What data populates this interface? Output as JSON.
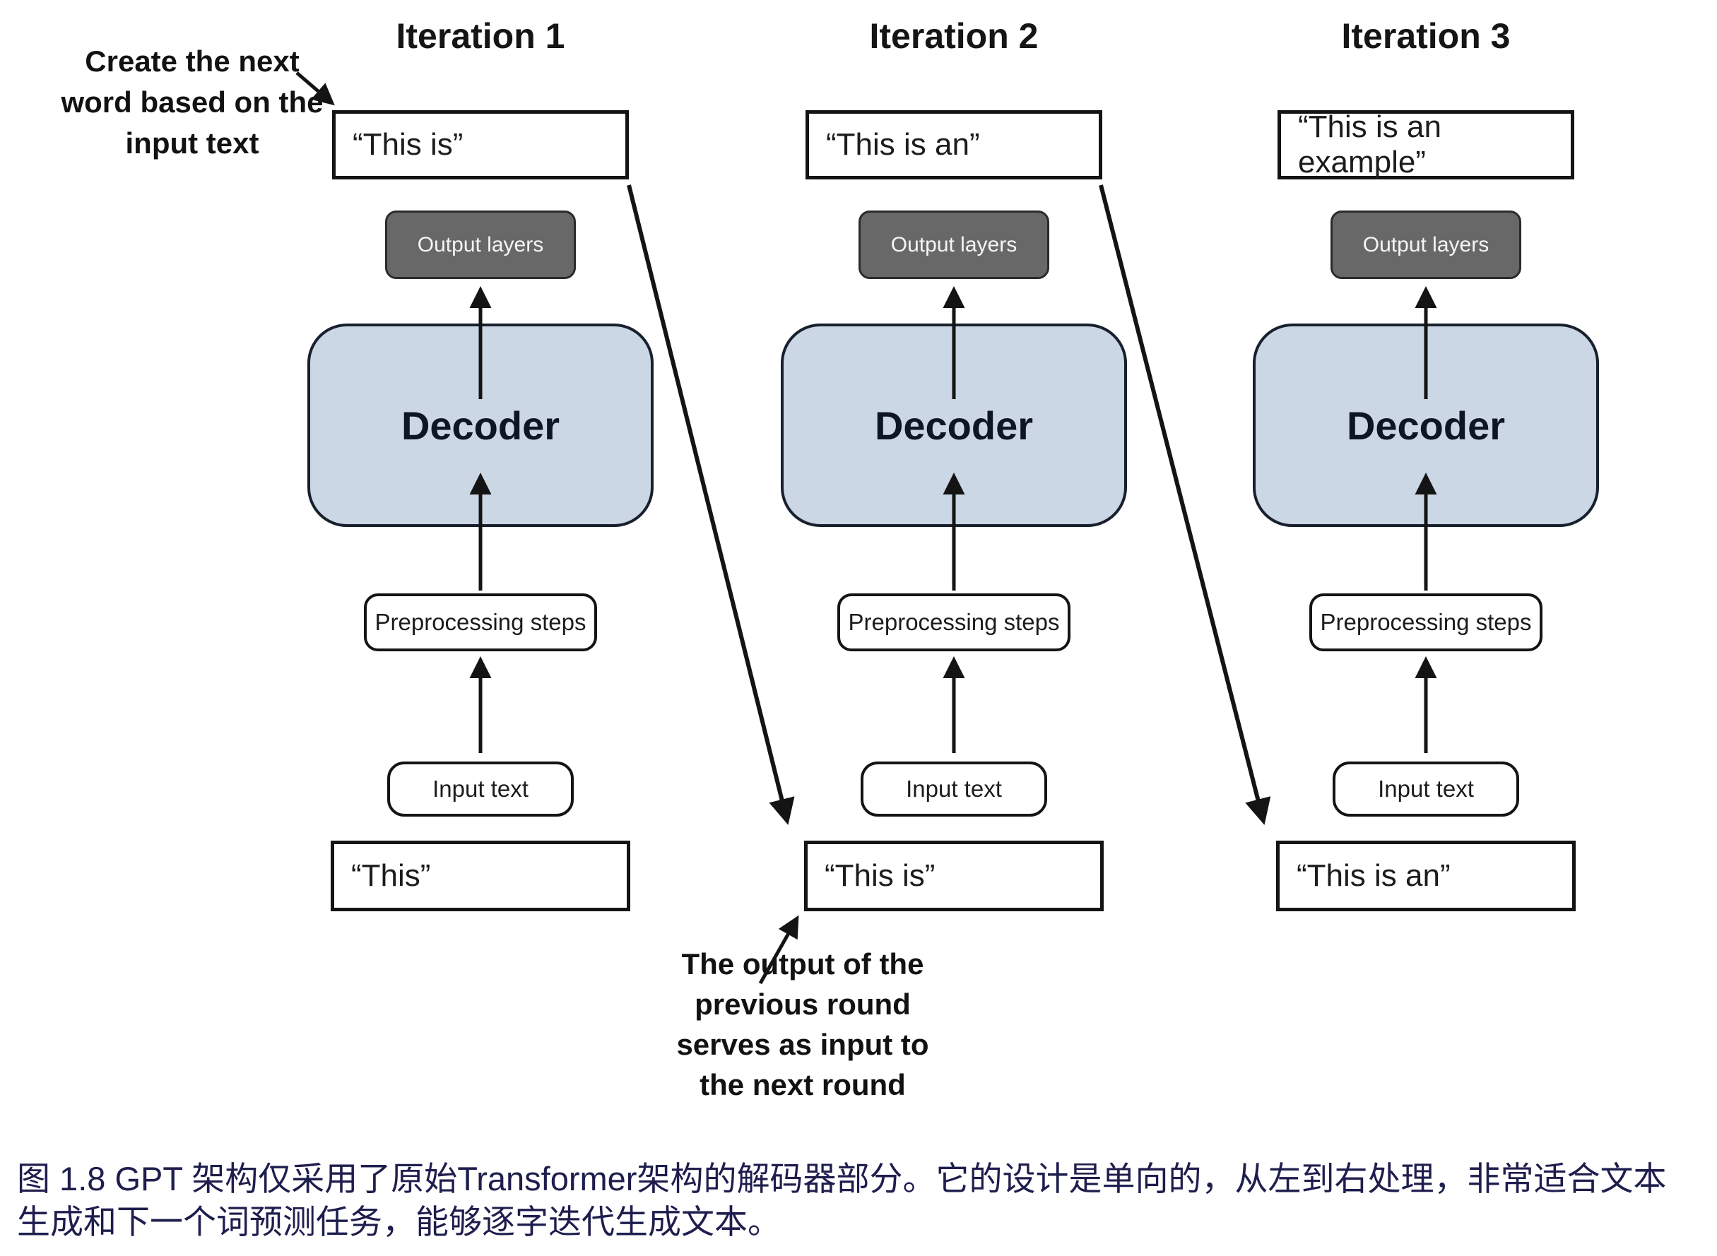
{
  "figure": {
    "iterations": [
      {
        "header": "Iteration 1",
        "output_text": "“This is”",
        "input_text": "“This”"
      },
      {
        "header": "Iteration 2",
        "output_text": "“This is an”",
        "input_text": "“This is”"
      },
      {
        "header": "Iteration 3",
        "output_text": "“This is an example”",
        "input_text": "“This is an”"
      }
    ],
    "labels": {
      "output_layers": "Output layers",
      "decoder": "Decoder",
      "preprocessing": "Preprocessing steps",
      "input_text": "Input text"
    },
    "annotations": {
      "create_next_lines": [
        "Create the next",
        "word based on the",
        "input text"
      ],
      "output_serves_lines": [
        "The output of the",
        "previous round",
        "serves as input to",
        "the next round"
      ]
    },
    "colors": {
      "decoder_fill": "#ccd7e5",
      "output_layers_fill": "#686868",
      "caption_color": "#1e1e4e"
    }
  },
  "caption": {
    "lines": [
      "图 1.8  GPT 架构仅采用了原始Transformer架构的解码器部分。它的设计是单向的，从左到右处理，非常适合文本",
      "生成和下一个词预测任务，能够逐字迭代生成文本。"
    ]
  }
}
